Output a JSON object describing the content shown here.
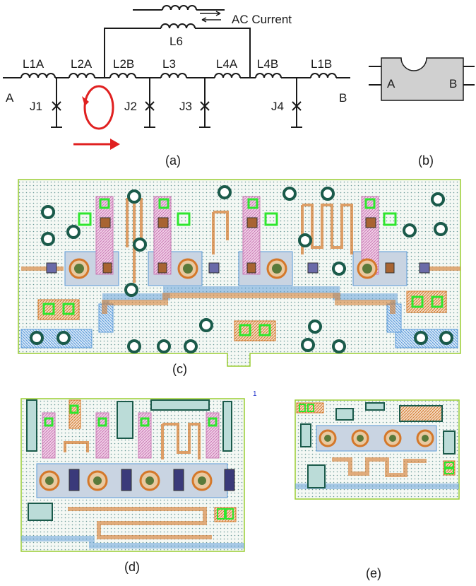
{
  "circuit": {
    "ac_current_label": "AC Current",
    "node_a": "A",
    "node_b": "B",
    "inductors": [
      "L1A",
      "L2A",
      "L2B",
      "L3",
      "L4A",
      "L4B",
      "L1B",
      "L6"
    ],
    "junctions": [
      "J1",
      "J2",
      "J3",
      "J4"
    ],
    "caption": "(a)"
  },
  "cell_symbol": {
    "left_label": "A",
    "right_label": "B",
    "caption": "(b)"
  },
  "layouts": {
    "c_caption": "(c)",
    "d_caption": "(d)",
    "e_caption": "(e)",
    "page_number": "1"
  },
  "colors": {
    "background": "#ffffff",
    "wire": "#1a1a1a",
    "current_arrow": "#e02020",
    "cell_fill": "#d0d0d0",
    "layout_border": "#9acd32",
    "layout_dots": "#3a8a8a",
    "trace_orange": "#d4782a",
    "trace_blue": "#5a9ad8",
    "via_green": "#2ee62e",
    "via_dark": "#1a5a4a",
    "pad_pink": "#c87ab4",
    "pad_brown": "#a86432"
  }
}
